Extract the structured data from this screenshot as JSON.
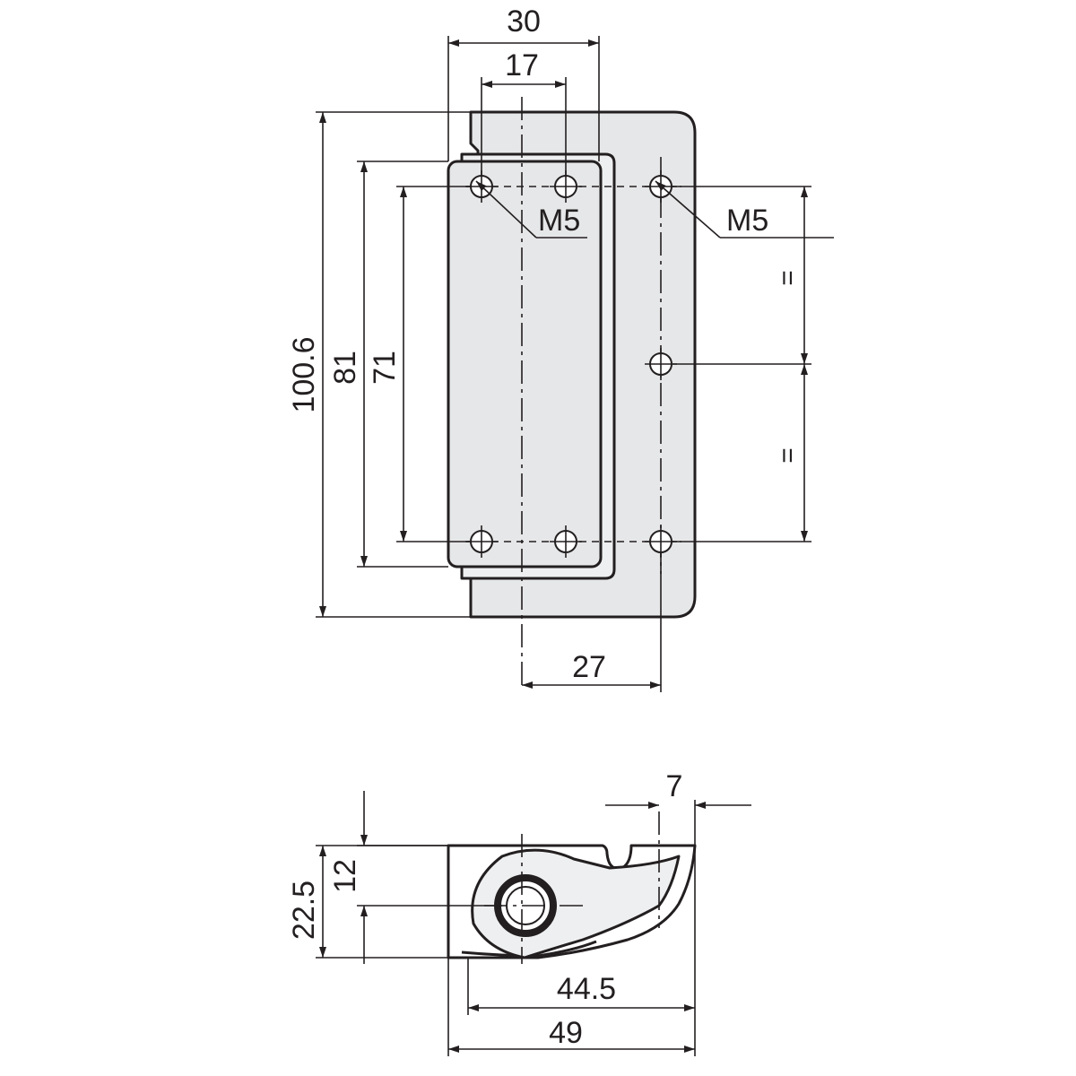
{
  "front_view": {
    "dim_width_outer": "30",
    "dim_width_inner": "17",
    "dim_height_total": "100.6",
    "dim_height_grip": "81",
    "dim_hole_pitch": "71",
    "dim_hole_offset": "27",
    "thread_left": "M5",
    "thread_right": "M5",
    "equal_upper": "=",
    "equal_lower": "="
  },
  "side_view": {
    "dim_lip": "7",
    "dim_pivot_height": "12",
    "dim_total_height": "22.5",
    "dim_depth_inner": "44.5",
    "dim_depth_total": "49"
  }
}
